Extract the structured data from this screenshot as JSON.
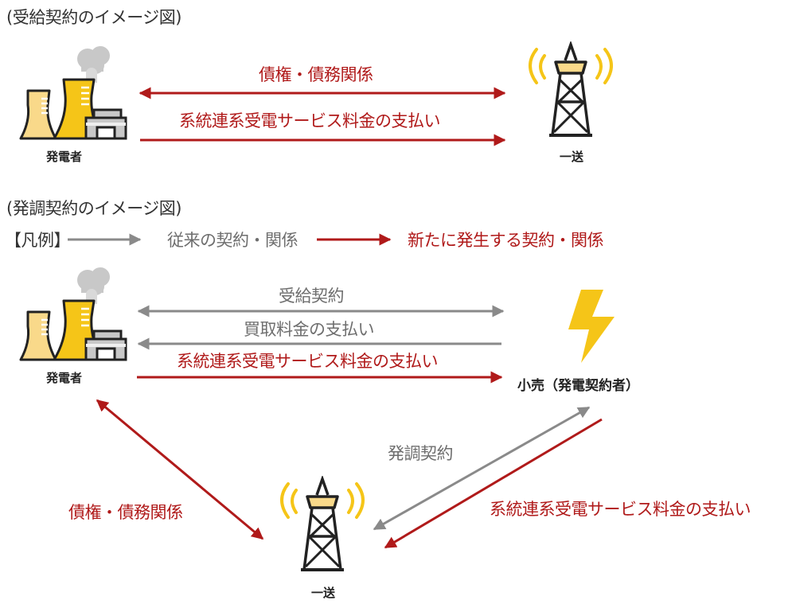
{
  "colors": {
    "new_relation": "#b01a1a",
    "existing_relation": "#8a8a8a",
    "accent_yellow": "#f5c518",
    "light_yellow": "#f9d98a"
  },
  "section1": {
    "title": "(受給契約のイメージ図)",
    "generator": {
      "label": "発電者",
      "icon": "power-plant-icon"
    },
    "transmission": {
      "label": "一送",
      "icon": "transmission-tower-icon"
    },
    "arrows": [
      {
        "label": "債権・債務関係",
        "direction": "both",
        "type": "new"
      },
      {
        "label": "系統連系受電サービス料金の支払い",
        "direction": "right",
        "type": "new"
      }
    ]
  },
  "section2": {
    "title": "(発調契約のイメージ図)",
    "legend": {
      "prefix": "【凡例】",
      "existing_label": "従来の契約・関係",
      "new_label": "新たに発生する契約・関係"
    },
    "generator": {
      "label": "発電者",
      "icon": "power-plant-icon"
    },
    "retailer": {
      "label": "小売（発電契約者）",
      "icon": "lightning-icon"
    },
    "transmission": {
      "label": "一送",
      "icon": "transmission-tower-icon"
    },
    "arrows": [
      {
        "label": "受給契約",
        "direction": "both",
        "type": "existing"
      },
      {
        "label": "買取料金の支払い",
        "direction": "left",
        "type": "existing"
      },
      {
        "label": "系統連系受電サービス料金の支払い",
        "direction": "right",
        "type": "new"
      },
      {
        "label": "債権・債務関係",
        "direction": "both",
        "type": "new"
      },
      {
        "label": "発調契約",
        "direction": "both",
        "type": "existing"
      },
      {
        "label": "系統連系受電サービス料金の支払い",
        "direction": "down-left",
        "type": "new"
      }
    ]
  }
}
